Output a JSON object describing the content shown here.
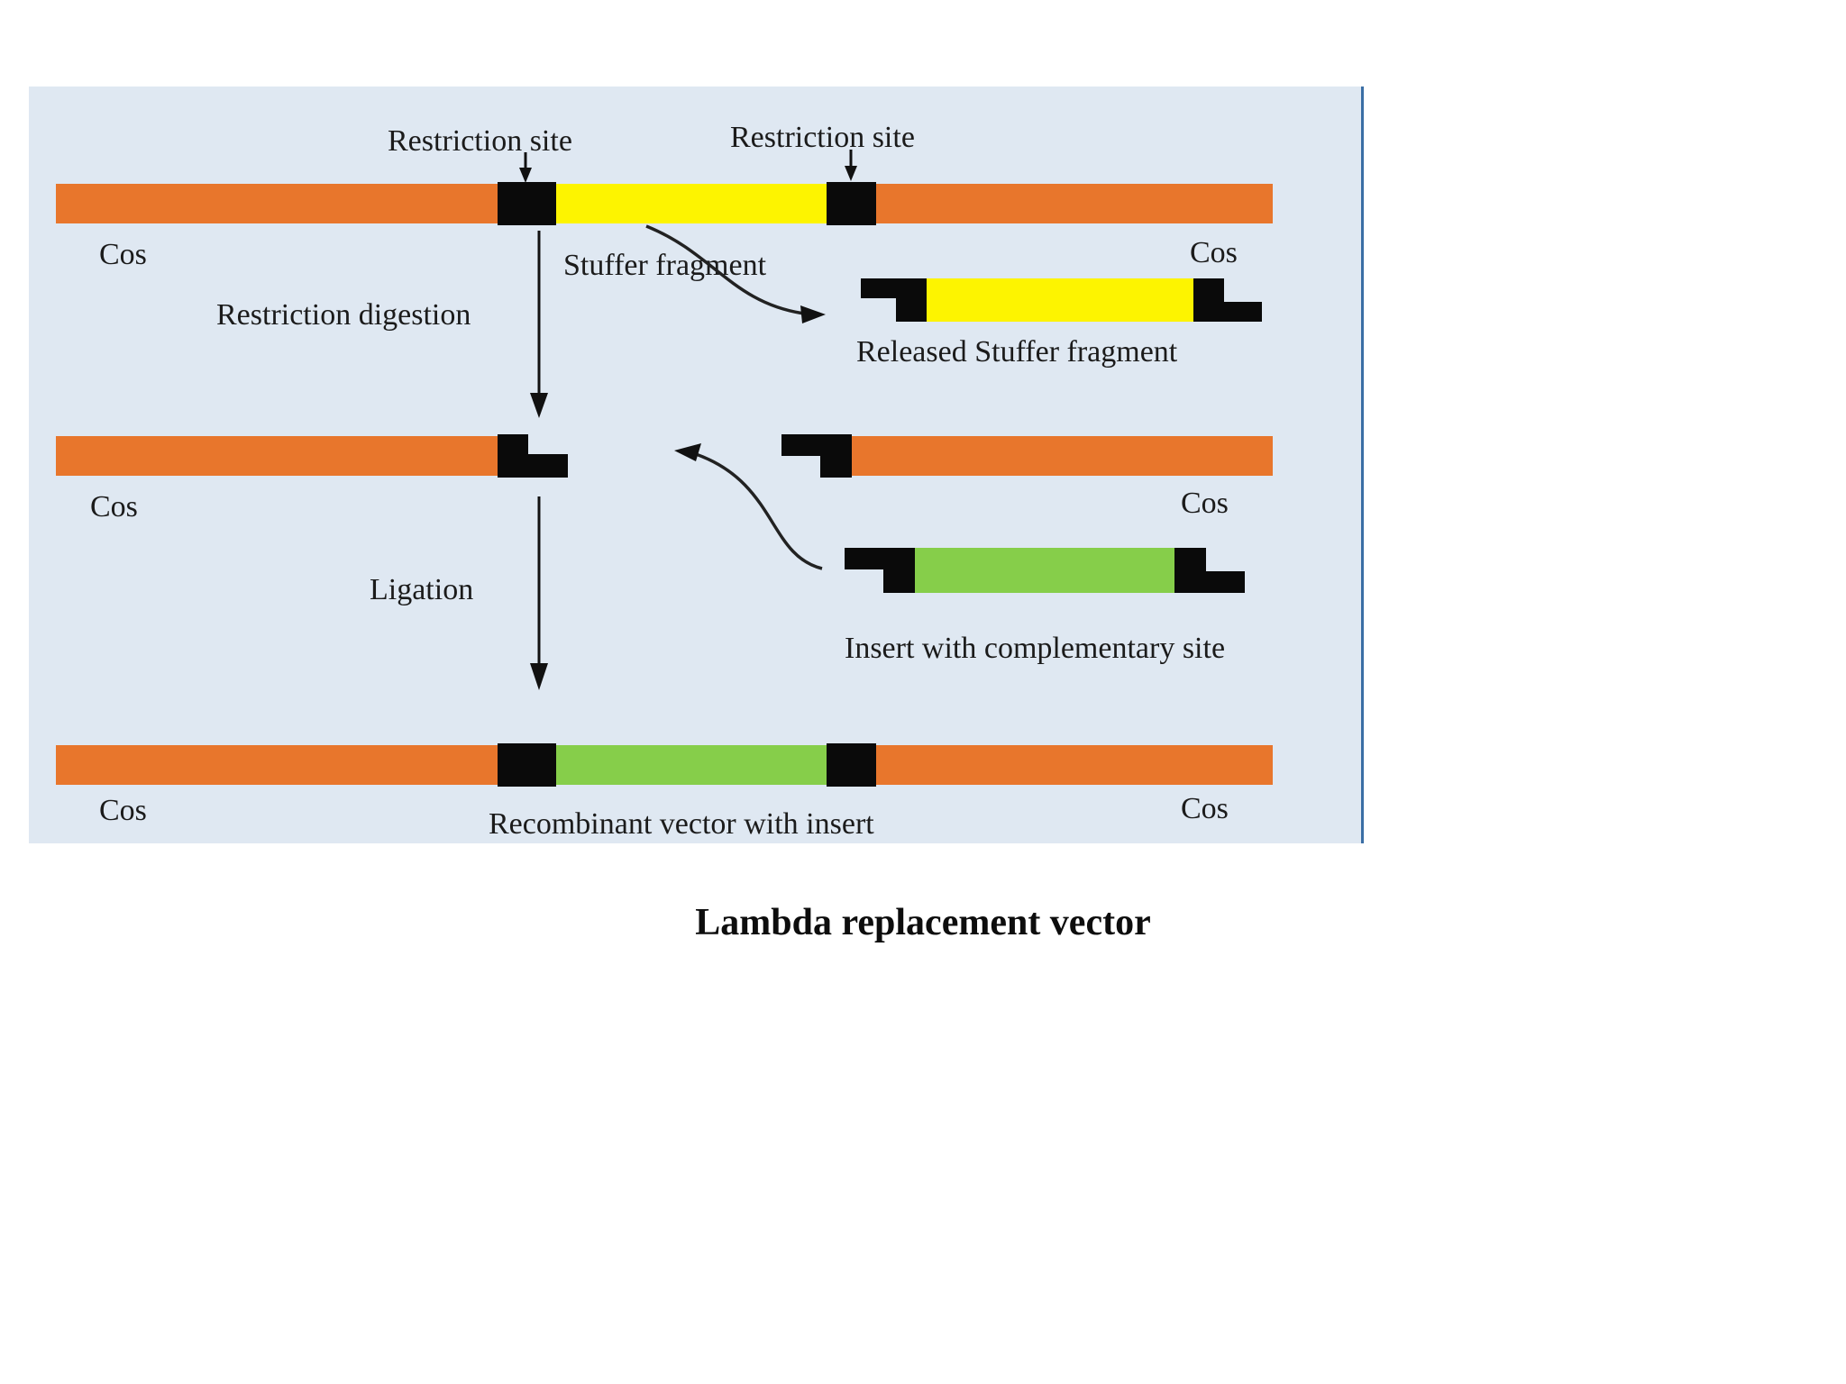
{
  "caption": "Lambda replacement vector",
  "panel": {
    "background_color": "#dfe8f2",
    "border_color": "#3a6ea5"
  },
  "colors": {
    "vector_arm": "#e8762c",
    "stuffer": "#fdf400",
    "insert": "#86ce4a",
    "restriction_site": "#0a0a0a",
    "text": "#1b1b1b"
  },
  "labels": {
    "restriction_site_left": "Restriction site",
    "restriction_site_right": "Restriction site",
    "cos_row1_left": "Cos",
    "cos_row1_right": "Cos",
    "stuffer_fragment": "Stuffer fragment",
    "restriction_digestion": "Restriction digestion",
    "released_stuffer_fragment": "Released Stuffer fragment",
    "cos_row2_left": "Cos",
    "cos_row2_right": "Cos",
    "ligation": "Ligation",
    "insert_with_complementary_site": "Insert with complementary site",
    "cos_row3_left": "Cos",
    "cos_row3_right": "Cos",
    "recombinant_vector_with_insert": "Recombinant vector with insert"
  },
  "diagram": {
    "type": "process-flow",
    "title": "Lambda replacement vector",
    "steps": [
      {
        "id": "step-1-intact-vector",
        "name": "Intact lambda replacement vector",
        "segments": [
          {
            "kind": "vector-arm",
            "color": "#e8762c"
          },
          {
            "kind": "restriction-site",
            "color": "#0a0a0a"
          },
          {
            "kind": "stuffer-fragment",
            "color": "#fdf400"
          },
          {
            "kind": "restriction-site",
            "color": "#0a0a0a"
          },
          {
            "kind": "vector-arm",
            "color": "#e8762c"
          }
        ],
        "end_labels": [
          "Cos",
          "Cos"
        ]
      },
      {
        "id": "step-2-released-stuffer",
        "name": "Released Stuffer fragment",
        "segments": [
          {
            "kind": "sticky-end",
            "color": "#0a0a0a"
          },
          {
            "kind": "stuffer-fragment",
            "color": "#fdf400"
          },
          {
            "kind": "sticky-end",
            "color": "#0a0a0a"
          }
        ]
      },
      {
        "id": "step-3-left-arm",
        "name": "Digested left vector arm",
        "segments": [
          {
            "kind": "vector-arm",
            "color": "#e8762c"
          },
          {
            "kind": "sticky-end",
            "color": "#0a0a0a"
          }
        ],
        "end_labels": [
          "Cos"
        ]
      },
      {
        "id": "step-4-right-arm",
        "name": "Digested right vector arm",
        "segments": [
          {
            "kind": "sticky-end",
            "color": "#0a0a0a"
          },
          {
            "kind": "vector-arm",
            "color": "#e8762c"
          }
        ],
        "end_labels": [
          "Cos"
        ]
      },
      {
        "id": "step-5-insert",
        "name": "Insert with complementary site",
        "segments": [
          {
            "kind": "sticky-end",
            "color": "#0a0a0a"
          },
          {
            "kind": "insert",
            "color": "#86ce4a"
          },
          {
            "kind": "sticky-end",
            "color": "#0a0a0a"
          }
        ]
      },
      {
        "id": "step-6-recombinant",
        "name": "Recombinant vector with insert",
        "segments": [
          {
            "kind": "vector-arm",
            "color": "#e8762c"
          },
          {
            "kind": "restriction-site",
            "color": "#0a0a0a"
          },
          {
            "kind": "insert",
            "color": "#86ce4a"
          },
          {
            "kind": "restriction-site",
            "color": "#0a0a0a"
          },
          {
            "kind": "vector-arm",
            "color": "#e8762c"
          }
        ],
        "end_labels": [
          "Cos",
          "Cos"
        ]
      }
    ],
    "arrows": [
      {
        "name": "restriction-digestion-arrow",
        "label": "Restriction digestion",
        "direction": "down"
      },
      {
        "name": "stuffer-release-arrow",
        "label": "Stuffer fragment",
        "direction": "curved-right"
      },
      {
        "name": "ligation-arrow",
        "label": "Ligation",
        "direction": "down"
      },
      {
        "name": "insert-ligation-arrow",
        "label": "",
        "direction": "curved-left"
      }
    ]
  }
}
